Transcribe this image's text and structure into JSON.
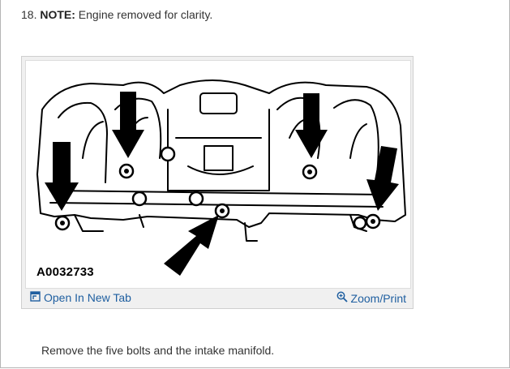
{
  "step": {
    "number": "18.",
    "note_label": "NOTE:",
    "note_text": " Engine removed for clarity."
  },
  "figure": {
    "code": "A0032733",
    "open_tab_label": "Open In New Tab",
    "zoom_label": "Zoom/Print"
  },
  "instruction": "Remove the five bolts and the intake manifold.",
  "icons": {
    "open_tab": "open-in-new-tab-icon",
    "zoom": "zoom-magnifier-icon"
  },
  "colors": {
    "link": "#1f5fa0",
    "text": "#333333",
    "border": "#b5b5b5"
  }
}
